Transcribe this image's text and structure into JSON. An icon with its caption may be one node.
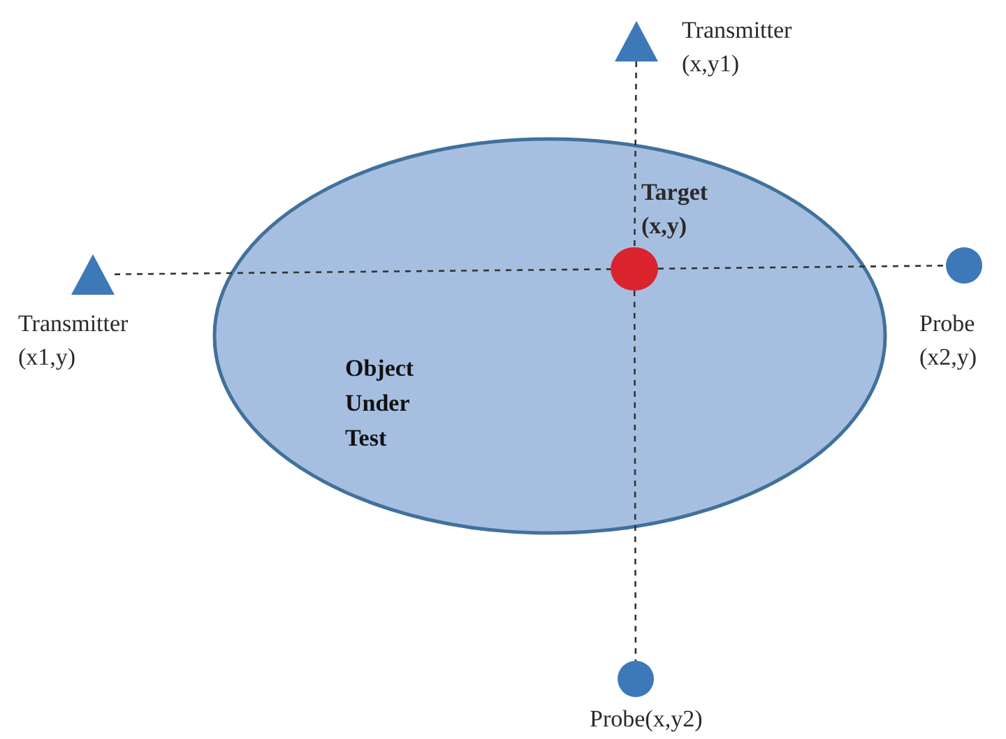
{
  "diagram": {
    "nodes": [
      {
        "text": [
          "Object Under Test"
        ]
      },
      {
        "text": [],
        "shape": "circle",
        "in": 0,
        "beside": [
          "Target (x,y)"
        ]
      },
      {
        "text": [],
        "shape": "triangle",
        "beside": [
          "Transmitter (x,y1)"
        ]
      },
      {
        "text": [],
        "shape": "triangle",
        "beside": [
          "Transmitter (x1,y)"
        ]
      },
      {
        "text": [],
        "shape": "circle",
        "beside": [
          "Probe (x2,y)"
        ]
      },
      {
        "text": [],
        "shape": "circle",
        "beside": [
          "Probe(x,y2)"
        ]
      }
    ],
    "edges": [
      {
        "from": 2,
        "to": 1,
        "arrow": "none",
        "style": "dashed"
      },
      {
        "from": 1,
        "to": 5,
        "arrow": "none",
        "style": "dashed"
      },
      {
        "from": 3,
        "to": 1,
        "arrow": "none",
        "style": "dashed"
      },
      {
        "from": 1,
        "to": 4,
        "arrow": "none",
        "style": "dashed"
      }
    ]
  }
}
